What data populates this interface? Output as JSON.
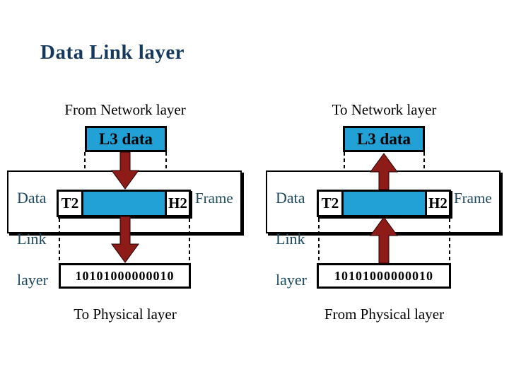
{
  "slide": {
    "title": "Data Link layer",
    "colors": {
      "title_navy": "#15395E",
      "label_navy": "#1D4A61",
      "cyan": "#22A1D6",
      "arrow_red": "#8D1B18"
    },
    "left": {
      "top_label": "From Network layer",
      "l3_label": "L3 data",
      "layer_label_lines": [
        "Data",
        "Link",
        "layer"
      ],
      "trailer_label": "T2",
      "header_label": "H2",
      "frame_label": "Frame",
      "bits": "10101000000010",
      "bottom_label": "To Physical layer",
      "flow_direction": "down"
    },
    "right": {
      "top_label": "To Network layer",
      "l3_label": "L3 data",
      "layer_label_lines": [
        "Data",
        "Link",
        "layer"
      ],
      "trailer_label": "T2",
      "header_label": "H2",
      "frame_label": "Frame",
      "bits": "10101000000010",
      "bottom_label": "From Physical layer",
      "flow_direction": "up"
    }
  }
}
